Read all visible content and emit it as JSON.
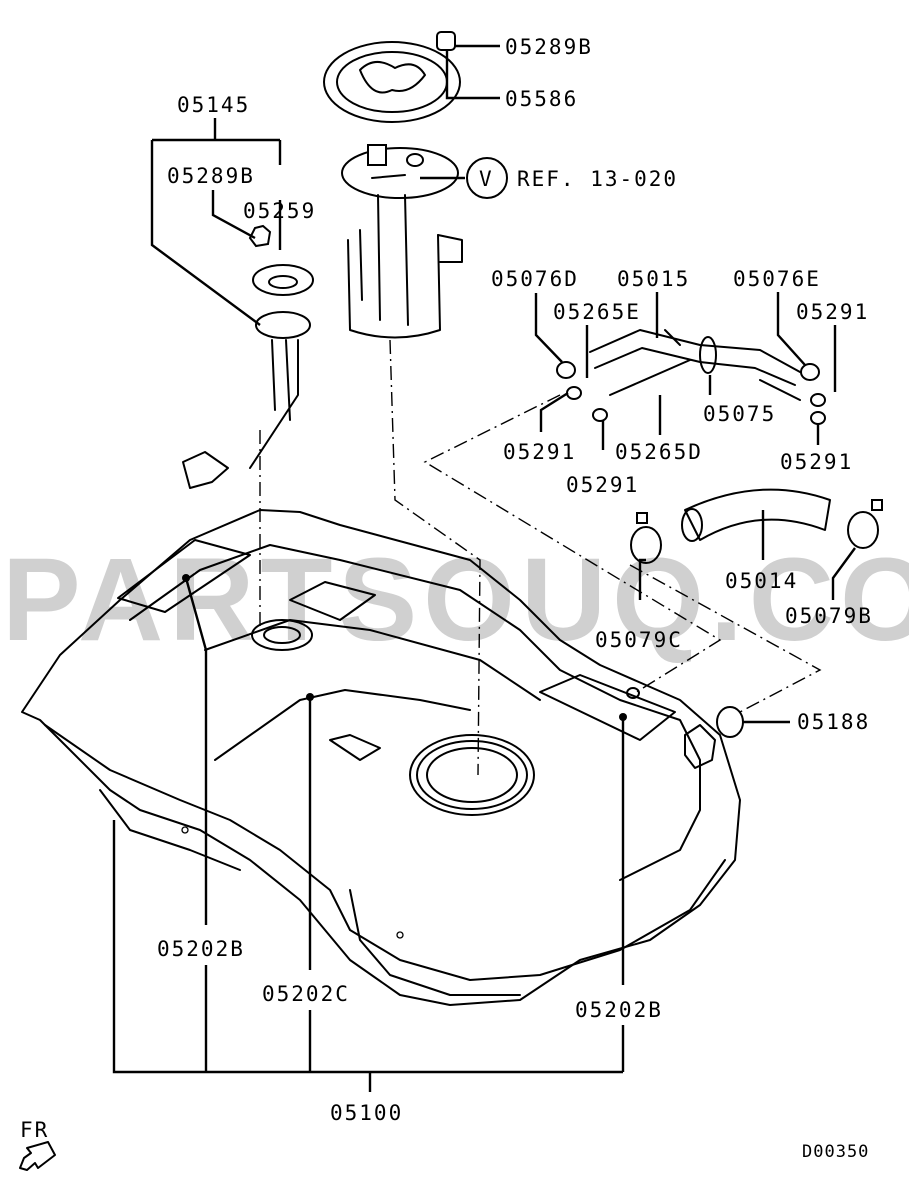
{
  "watermark": "PARTSOUQ.COM",
  "diagram_code": "D00350",
  "direction_label": "FR",
  "reference": {
    "symbol": "V",
    "text": "REF. 13-020"
  },
  "parts": {
    "nut_top": "05289B",
    "ring_top": "05586",
    "sender_assy": "05145",
    "nut_sender": "05289B",
    "gasket_sender": "05259",
    "clip_left": "05076D",
    "filler_pipe": "05015",
    "clip_right": "05076E",
    "hose_e": "05265E",
    "band_right_top": "05291",
    "band_left": "05291",
    "hose_d": "05265D",
    "grommet": "05075",
    "band_right_bottom": "05291",
    "band_center": "05291",
    "filler_hose": "05014",
    "clamp_left": "05079C",
    "clamp_right": "05079B",
    "cap_ring": "05188",
    "pad_left": "05202B",
    "pad_center": "05202C",
    "pad_right": "05202B",
    "tank": "05100"
  }
}
